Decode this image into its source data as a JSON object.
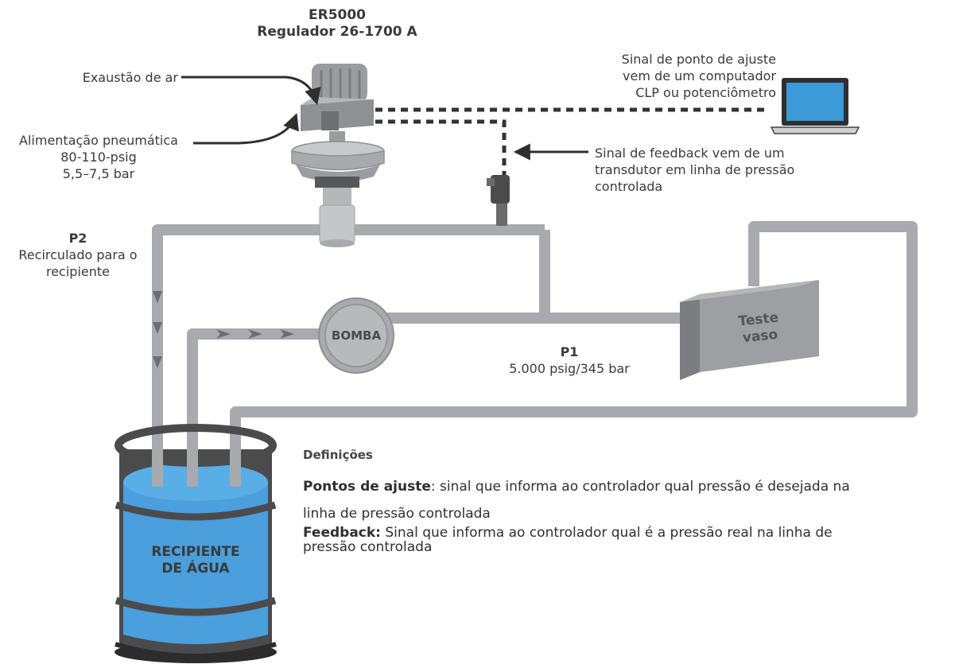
{
  "header": {
    "line1": "ER5000",
    "line2": "Regulador 26-1700 A"
  },
  "labels": {
    "exhaust": "Exaustão de ar",
    "supply_line1": "Alimentação pneumática",
    "supply_line2": "80-110-psig",
    "supply_line3": "5,5–7,5 bar",
    "setpoint_line1": "Sinal de ponto de ajuste",
    "setpoint_line2": "vem de um computador",
    "setpoint_line3": "CLP ou potenciômetro",
    "feedback_line1": "Sinal de feedback vem de um",
    "feedback_line2": "transdutor em linha de pressão",
    "feedback_line3": "controlada",
    "p2_title": "P2",
    "p2_line1": "Recirculado para o",
    "p2_line2": "recipiente",
    "pump": "BOMBA",
    "p1_title": "P1",
    "p1_value": "5.000 psig/345 bar",
    "vessel_line1": "Teste",
    "vessel_line2": "vaso",
    "tank_line1": "RECIPIENTE",
    "tank_line2": "DE ÁGUA"
  },
  "definitions": {
    "title": "Definições",
    "setpoint_term": "Pontos de ajuste",
    "setpoint_text": ": sinal que informa ao controlador qual pressão é desejada na",
    "setpoint_text2": "linha de pressão controlada",
    "feedback_term": "Feedback:",
    "feedback_text": " Sinal que informa ao controlador qual é a pressão real na linha de",
    "feedback_text2": "pressão controlada"
  },
  "colors": {
    "pipe": "#a8aaad",
    "pipe_dark": "#8e9093",
    "water": "#4a9fdc",
    "water_top": "#5aaee6",
    "barrel_dark": "#4b4b4d",
    "laptop_screen": "#3c9ad8",
    "signal_dash": "#333333"
  }
}
